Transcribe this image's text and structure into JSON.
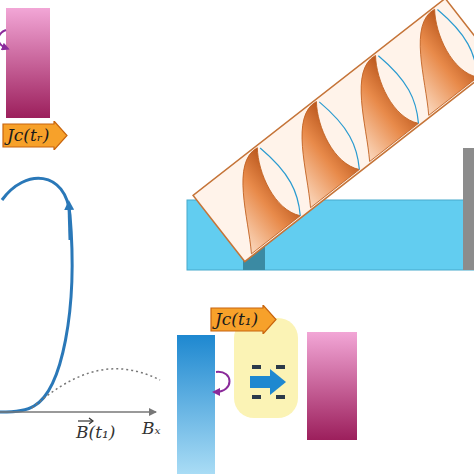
{
  "diagram": {
    "nodes": [
      {
        "text": [
          "Jc(tᵣ)"
        ]
      },
      {
        "text": [
          "Jc(t₁)"
        ]
      }
    ],
    "labels": [
      "B(t₁)",
      "Bₓ"
    ]
  }
}
